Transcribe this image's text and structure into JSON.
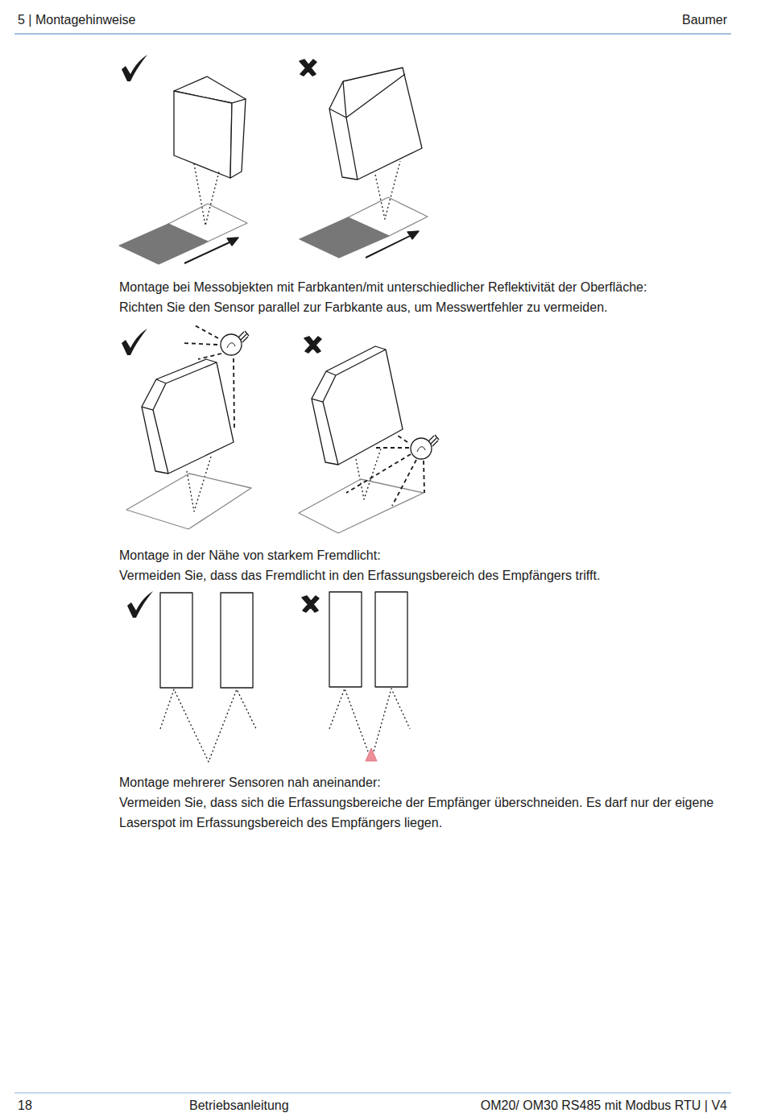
{
  "diagram": {
    "labels": [
      "5 | Montagehinweise",
      "Baumer",
      "Montage bei Messobjekten mit Farbkanten/mit unterschiedlicher Reflektivität der Oberfläche:",
      "Richten Sie den Sensor parallel zur Farbkante aus, um Messwertfehler zu vermeiden.",
      "Montage in der Nähe von starkem Fremdlicht:",
      "Vermeiden Sie, dass das Fremdlicht in den Erfassungsbereich des Empfängers trifft.",
      "Montage mehrerer Sensoren nah aneinander:",
      "Vermeiden Sie, dass sich die Erfassungsbereiche der Empfänger überschneiden. Es darf nur der eigene Laserspot im Erfassungsbereich des Empfängers liegen.",
      "18",
      "Betriebsanleitung",
      "OM20/ OM30 RS485 mit Modbus RTU | V4"
    ]
  }
}
